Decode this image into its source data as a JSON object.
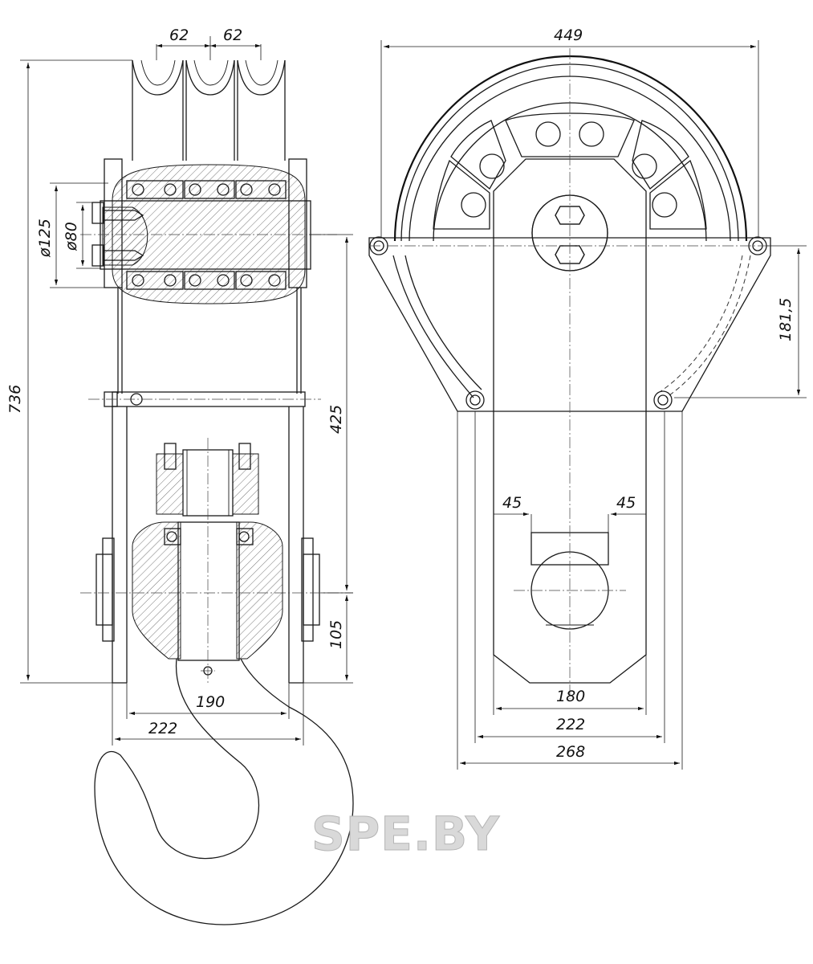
{
  "dimensions": {
    "groove_pitch_1": "62",
    "groove_pitch_2": "62",
    "bearing_diameter": "ø125",
    "axle_diameter": "ø80",
    "overall_height": "736",
    "hook_to_axle": "425",
    "trunnion_offset": "105",
    "hook_width_inner": "190",
    "hook_width_outer": "222",
    "sheave_diameter": "449",
    "side_offset_height": "181,5",
    "slot_left": "45",
    "slot_right": "45",
    "plate_bottom": "180",
    "plate_inner": "222",
    "plate_outer": "268"
  },
  "watermark": "SPE.BY"
}
